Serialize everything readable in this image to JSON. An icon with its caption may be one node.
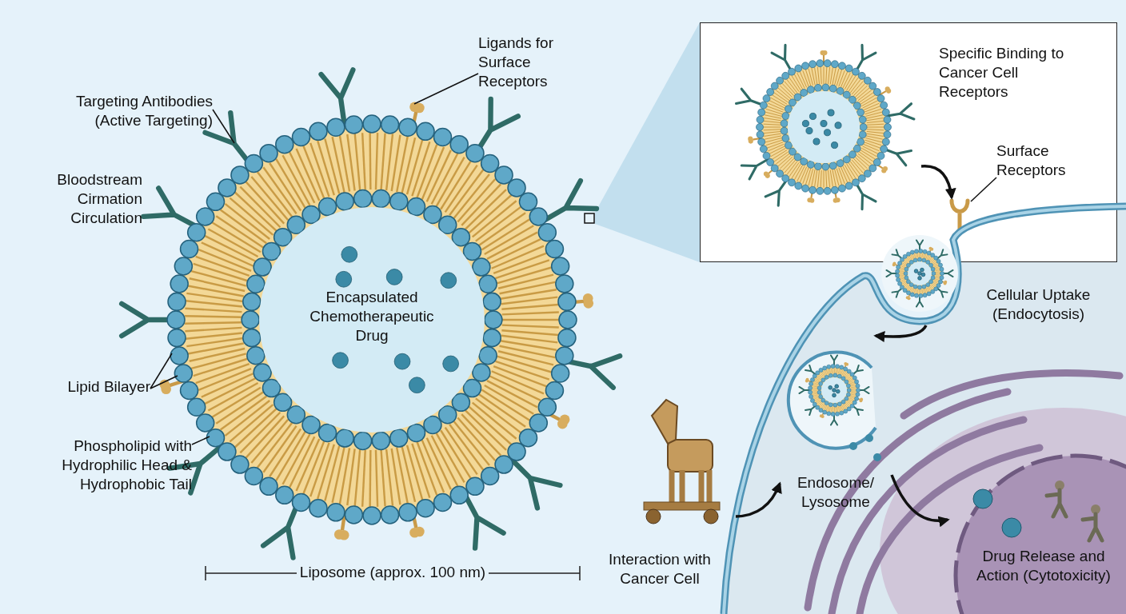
{
  "diagram": {
    "nodes": [
      {
        "text": [
          "Encapsulated Chemotherapeutic Drug"
        ]
      },
      {
        "text": [
          "Targeting Antibodies (Active Targeting)"
        ]
      },
      {
        "text": [
          "Ligands for Surface Receptors"
        ]
      },
      {
        "text": [
          "Lipid Bilayer"
        ]
      },
      {
        "text": [
          "Phospholipid with Hydrophilic Head & Hydrophobic Tail"
        ]
      },
      {
        "text": [
          "Specific Binding to Cancer Cell Receptors"
        ]
      },
      {
        "text": [],
        "shape": "picture",
        "in": 5
      },
      {
        "text": [
          "Surface Receptors"
        ],
        "in": 5
      },
      {
        "text": [],
        "shape": "picture",
        "in": 5
      },
      {
        "text": [
          "Cellular Uptake (Endocytosis)"
        ]
      },
      {
        "text": [
          "Endosome/ Lysosome"
        ]
      },
      {
        "text": [
          "Drug Release and Action (Cytotoxicity)"
        ]
      },
      {
        "text": [
          "Interaction with Cancer Cell"
        ]
      }
    ],
    "edges": [
      {
        "from": 1,
        "to": null,
        "arrow": "none"
      },
      {
        "from": 2,
        "to": null,
        "arrow": "none"
      },
      {
        "from": 3,
        "to": null,
        "arrow": "none"
      },
      {
        "from": 3,
        "to": null,
        "arrow": "none"
      },
      {
        "from": 4,
        "to": null,
        "arrow": "none"
      },
      {
        "from": 6,
        "to": 8,
        "arrow": "to"
      },
      {
        "from": 7,
        "to": 8,
        "arrow": "none"
      },
      {
        "from": 9,
        "to": 10,
        "arrow": "to"
      },
      {
        "from": 12,
        "to": 10,
        "arrow": "to"
      },
      {
        "from": 10,
        "to": 11,
        "arrow": "to"
      }
    ],
    "labels": [
      "Bloodstream Cirmation Circulation",
      "Liposome (approx. 100 nm)"
    ]
  }
}
